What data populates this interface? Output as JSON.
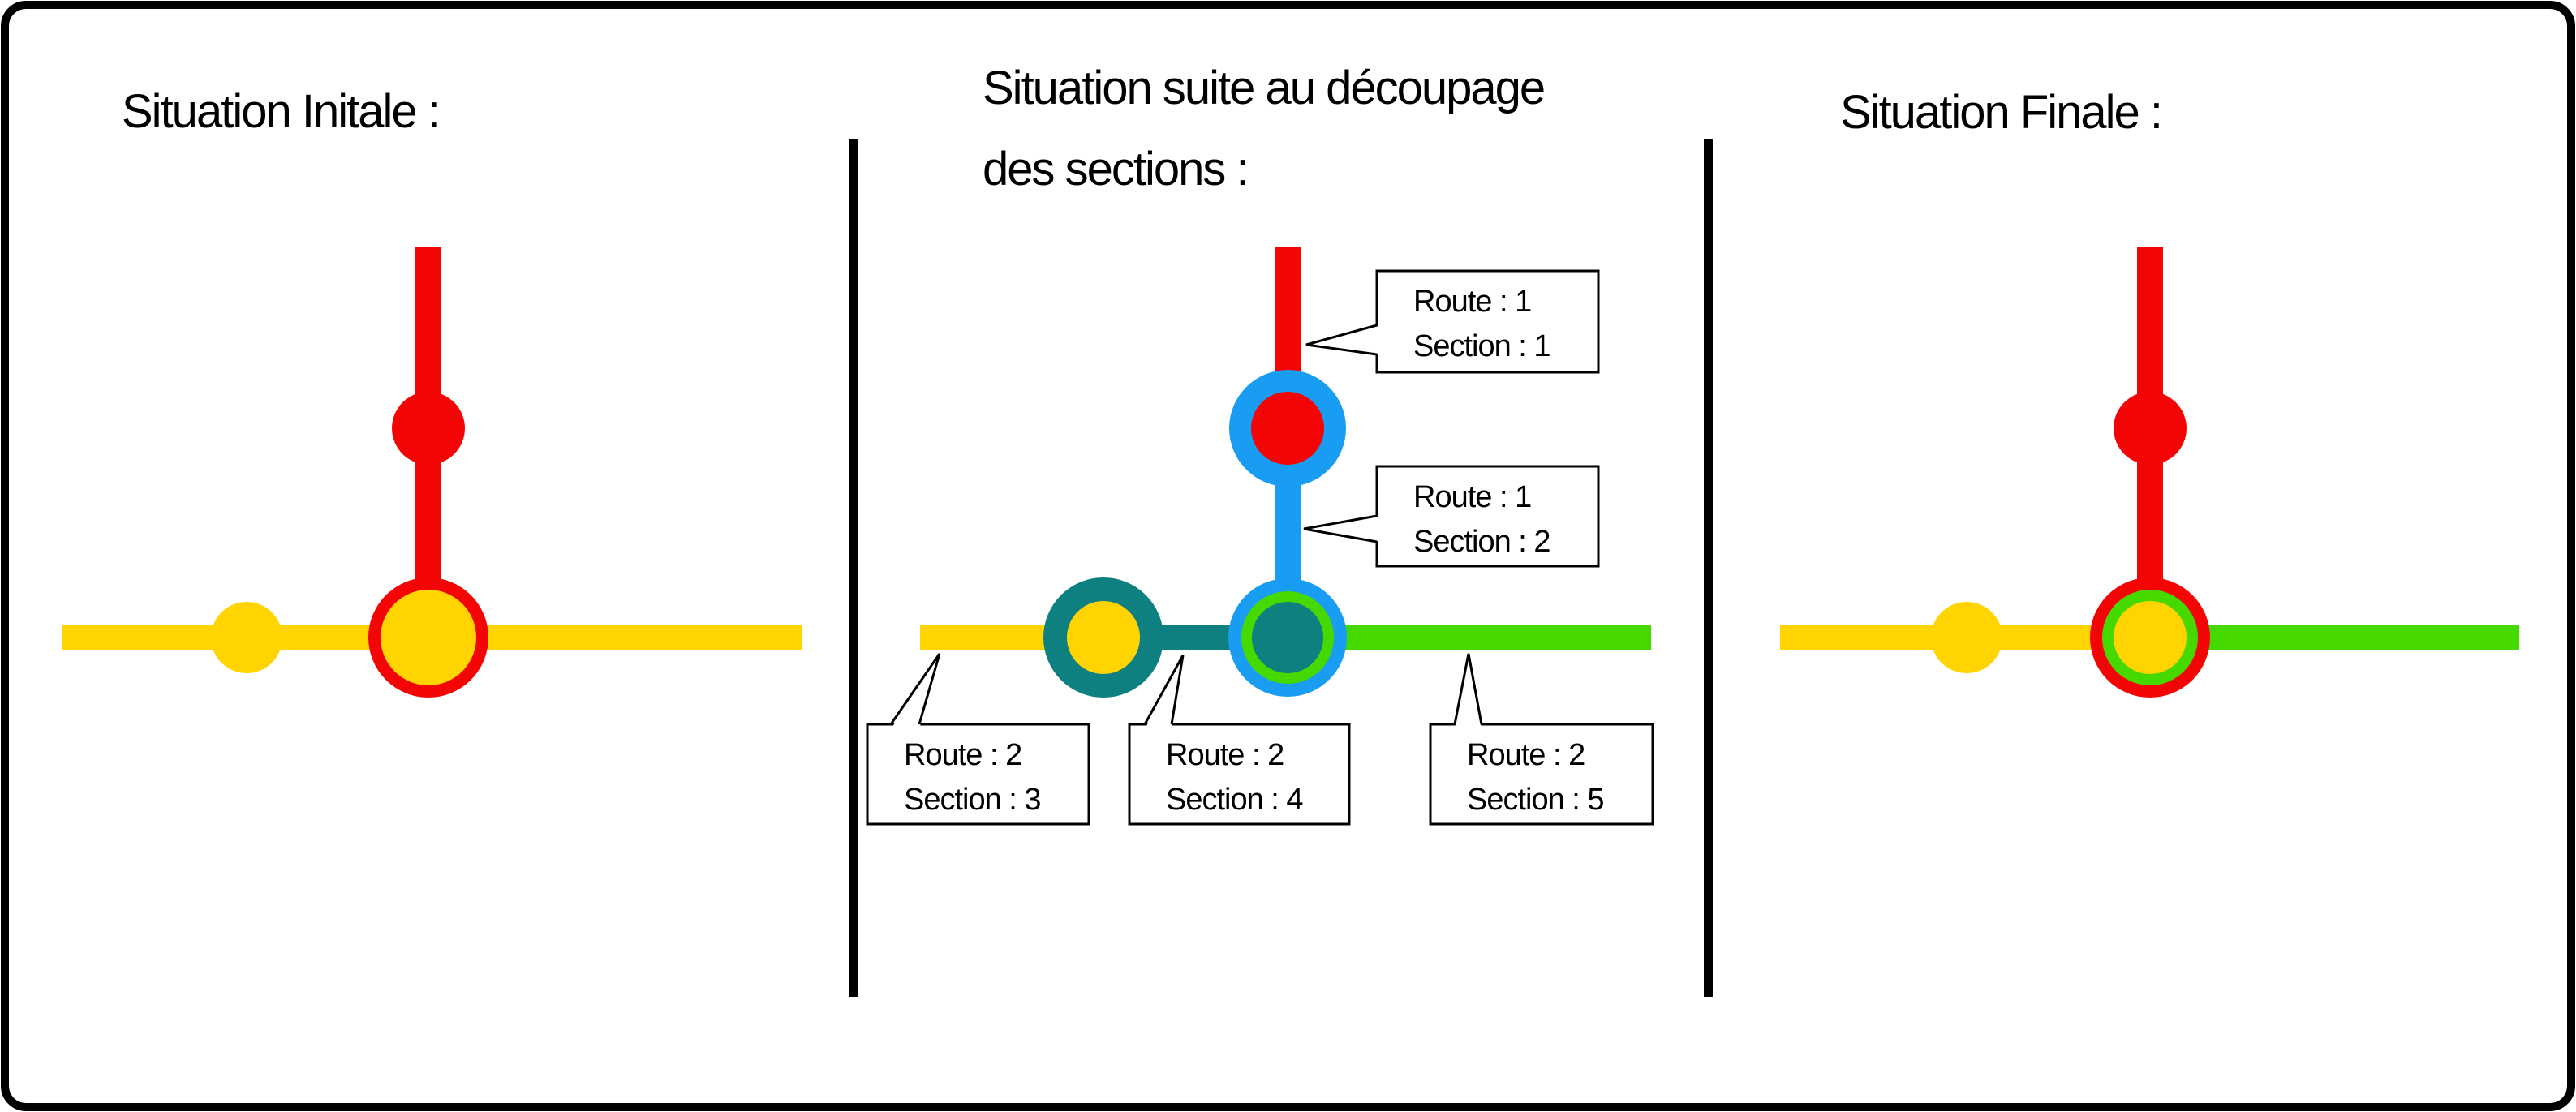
{
  "colors": {
    "red": "#F40505",
    "yellow": "#FFD400",
    "green": "#46D900",
    "blue": "#189DF2",
    "teal": "#0E8080",
    "ink": "#000000",
    "paper": "#FFFFFF"
  },
  "panels": {
    "initial": {
      "title": "Situation Initale :"
    },
    "decoupage": {
      "title_line1": "Situation suite au découpage",
      "title_line2": "des sections :"
    },
    "final": {
      "title": "Situation Finale :"
    }
  },
  "callouts": [
    {
      "route": "Route : 1",
      "section": "Section : 1"
    },
    {
      "route": "Route : 1",
      "section": "Section : 2"
    },
    {
      "route": "Route : 2",
      "section": "Section : 3"
    },
    {
      "route": "Route : 2",
      "section": "Section : 4"
    },
    {
      "route": "Route : 2",
      "section": "Section : 5"
    }
  ]
}
